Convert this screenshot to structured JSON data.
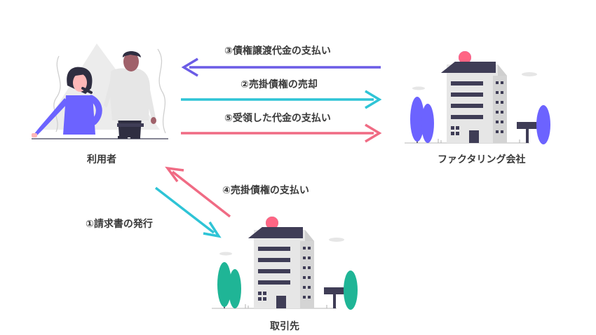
{
  "nodes": {
    "user": {
      "label": "利用者"
    },
    "factoring": {
      "label": "ファクタリング会社"
    },
    "client": {
      "label": "取引先"
    }
  },
  "flows": {
    "step1": {
      "label": "①請求書の発行",
      "color": "#2ec4d6"
    },
    "step2": {
      "label": "②売掛債権の売却",
      "color": "#2ec4d6"
    },
    "step3": {
      "label": "③債権譲渡代金の支払い",
      "color": "#6b5ce6"
    },
    "step4": {
      "label": "④売掛債権の支払い",
      "color": "#f06b84"
    },
    "step5": {
      "label": "⑤受領した代金の支払い",
      "color": "#f06b84"
    }
  },
  "colors": {
    "purple": "#6c63ff",
    "teal": "#1fb596",
    "building": "#e6e6e6",
    "dark": "#3f3d56",
    "sun": "#ff6584"
  }
}
